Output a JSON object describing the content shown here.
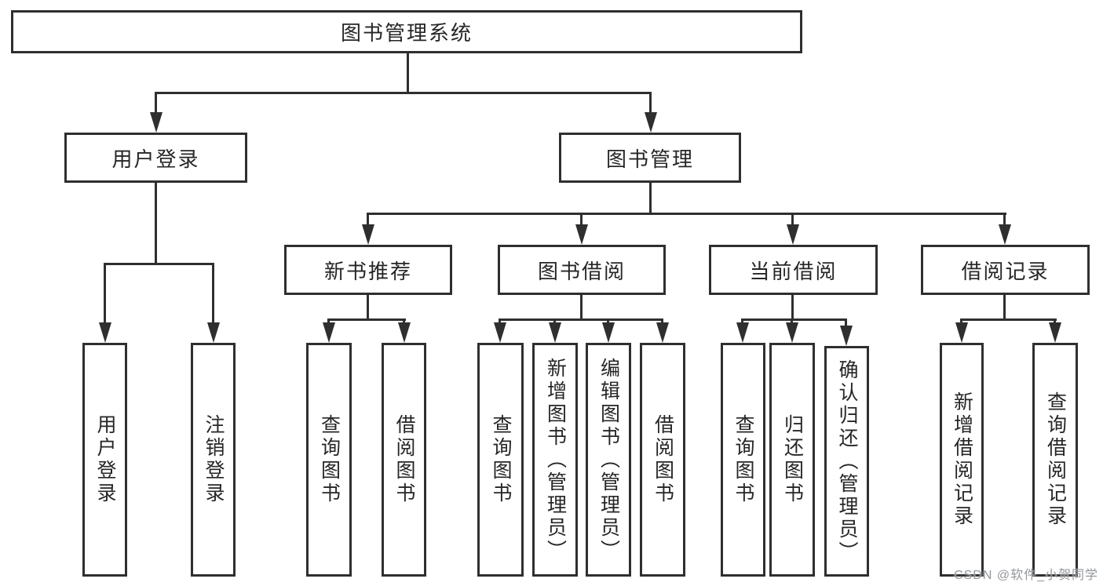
{
  "colors": {
    "line": "#2f2f2f",
    "box_border": "#2f2f2f",
    "text": "#262626",
    "watermark": "#8a8e92",
    "background": "#ffffff"
  },
  "diagram": {
    "root_label": "图书管理系统",
    "level1": [
      {
        "label": "用户登录"
      },
      {
        "label": "图书管理"
      }
    ],
    "level2": [
      {
        "label": "新书推荐"
      },
      {
        "label": "图书借阅"
      },
      {
        "label": "当前借阅"
      },
      {
        "label": "借阅记录"
      }
    ],
    "leaves": {
      "user_login": [
        "用户登录",
        "注销登录"
      ],
      "new_book": [
        "查询图书",
        "借阅图书"
      ],
      "book_borrow": [
        "查询图书",
        "新增图书（管理员）",
        "编辑图书（管理员）",
        "借阅图书"
      ],
      "current_borrow": [
        "查询图书",
        "归还图书",
        "确认归还（管理员）"
      ],
      "borrow_records": [
        "新增借阅记录",
        "查询借阅记录"
      ]
    }
  },
  "watermark": {
    "text": "CSDN @软件_小贺同学"
  }
}
